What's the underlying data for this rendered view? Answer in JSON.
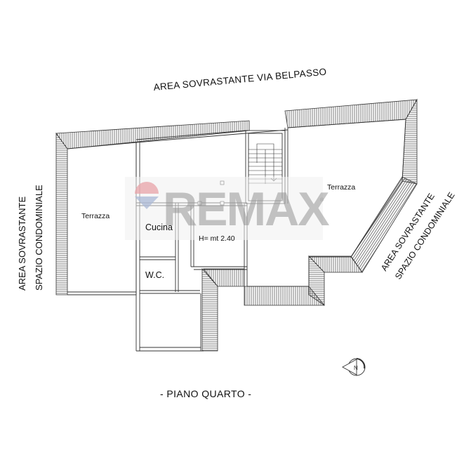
{
  "plan": {
    "title_top": "AREA SOVRASTANTE VIA BELPASSO",
    "left_label_line1": "AREA SOVRASTANTE",
    "left_label_line2": "SPAZIO CONDOMINIALE",
    "right_label_line1": "AREA SOVRASTANTE",
    "right_label_line2": "SPAZIO CONDOMINIALE",
    "floor_name": "- PIANO QUARTO -",
    "rooms": [
      {
        "name": "Terrazza",
        "position": "left"
      },
      {
        "name": "Terrazza",
        "position": "right"
      },
      {
        "name": "Cucina",
        "position": "center-left"
      },
      {
        "name": "W.C.",
        "position": "bottom-left"
      },
      {
        "name": "H= mt 2.40",
        "position": "center"
      }
    ],
    "north_arrow": "compass-icon"
  },
  "watermark": {
    "brand": "REMAX",
    "registered": "®",
    "colors": {
      "balloon_red": "#e8a3a8",
      "balloon_blue": "#a9b8d6",
      "text": "#969696"
    }
  },
  "colors": {
    "line": "#333333",
    "hatch": "#555555",
    "background": "#ffffff"
  }
}
